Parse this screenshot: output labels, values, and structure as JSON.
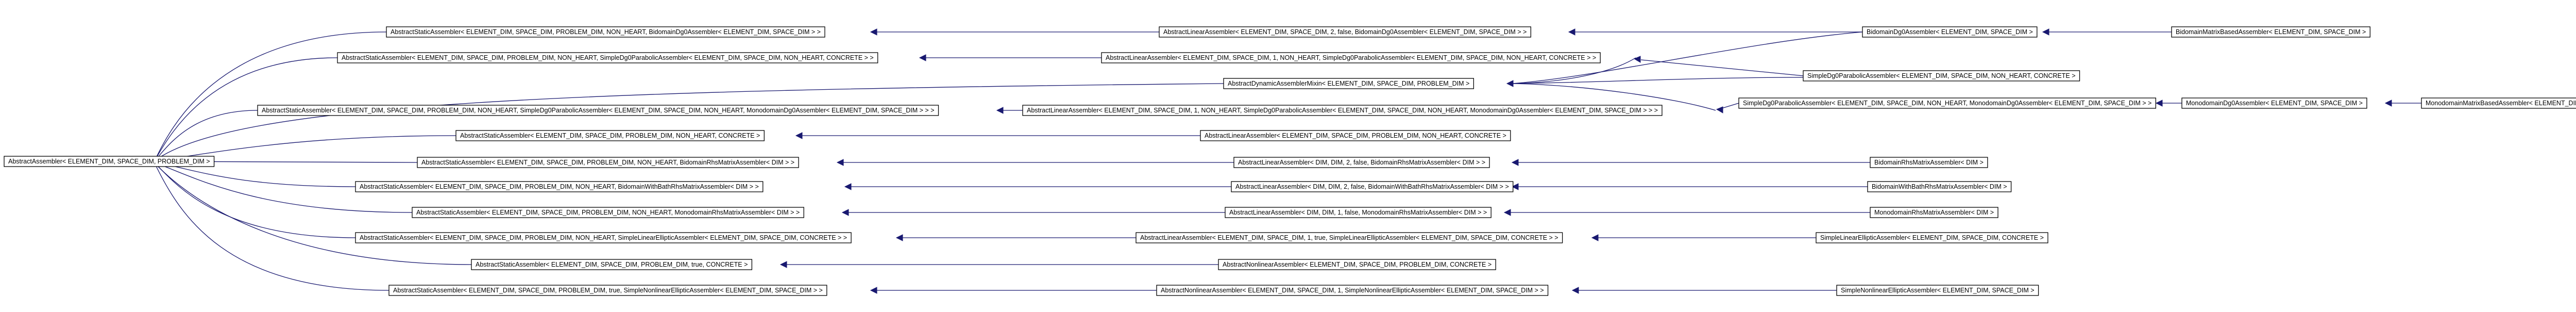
{
  "nodes": {
    "root": "AbstractAssembler< ELEMENT_DIM, SPACE_DIM, PROBLEM_DIM >",
    "s1": "AbstractStaticAssembler< ELEMENT_DIM, SPACE_DIM, PROBLEM_DIM, NON_HEART, BidomainDg0Assembler< ELEMENT_DIM, SPACE_DIM > >",
    "l1": "AbstractLinearAssembler< ELEMENT_DIM, SPACE_DIM, 2, false, BidomainDg0Assembler< ELEMENT_DIM, SPACE_DIM > >",
    "bid": "BidomainDg0Assembler< ELEMENT_DIM, SPACE_DIM >",
    "bmat": "BidomainMatrixBasedAssembler< ELEMENT_DIM, SPACE_DIM >",
    "s2": "AbstractStaticAssembler< ELEMENT_DIM, SPACE_DIM, PROBLEM_DIM, NON_HEART, SimpleDg0ParabolicAssembler< ELEMENT_DIM, SPACE_DIM, NON_HEART, CONCRETE > >",
    "l2": "AbstractLinearAssembler< ELEMENT_DIM, SPACE_DIM, 1, NON_HEART, SimpleDg0ParabolicAssembler< ELEMENT_DIM, SPACE_DIM, NON_HEART, CONCRETE > >",
    "dyn": "AbstractDynamicAssemblerMixin< ELEMENT_DIM, SPACE_DIM, PROBLEM_DIM >",
    "sdg": "SimpleDg0ParabolicAssembler< ELEMENT_DIM, SPACE_DIM, NON_HEART, CONCRETE >",
    "s3": "AbstractStaticAssembler< ELEMENT_DIM, SPACE_DIM, PROBLEM_DIM, NON_HEART, SimpleDg0ParabolicAssembler< ELEMENT_DIM, SPACE_DIM, NON_HEART, MonodomainDg0Assembler< ELEMENT_DIM, SPACE_DIM > > >",
    "l3": "AbstractLinearAssembler< ELEMENT_DIM, SPACE_DIM, 1, NON_HEART, SimpleDg0ParabolicAssembler< ELEMENT_DIM, SPACE_DIM, NON_HEART, MonodomainDg0Assembler< ELEMENT_DIM, SPACE_DIM > > >",
    "sdgm": "SimpleDg0ParabolicAssembler< ELEMENT_DIM, SPACE_DIM, NON_HEART, MonodomainDg0Assembler< ELEMENT_DIM, SPACE_DIM > >",
    "mono": "MonodomainDg0Assembler< ELEMENT_DIM, SPACE_DIM >",
    "mmat": "MonodomainMatrixBasedAssembler< ELEMENT_DIM, SPACE_DIM >",
    "s4": "AbstractStaticAssembler< ELEMENT_DIM, SPACE_DIM, PROBLEM_DIM, NON_HEART, CONCRETE >",
    "l4": "AbstractLinearAssembler< ELEMENT_DIM, SPACE_DIM, PROBLEM_DIM, NON_HEART, CONCRETE >",
    "s5": "AbstractStaticAssembler< ELEMENT_DIM, SPACE_DIM, PROBLEM_DIM, NON_HEART, BidomainRhsMatrixAssembler< DIM > >",
    "l5": "AbstractLinearAssembler< DIM, DIM, 2, false, BidomainRhsMatrixAssembler< DIM > >",
    "brhs": "BidomainRhsMatrixAssembler< DIM >",
    "s6": "AbstractStaticAssembler< ELEMENT_DIM, SPACE_DIM, PROBLEM_DIM, NON_HEART, BidomainWithBathRhsMatrixAssembler< DIM > >",
    "l6": "AbstractLinearAssembler< DIM, DIM, 2, false, BidomainWithBathRhsMatrixAssembler< DIM > >",
    "bwb": "BidomainWithBathRhsMatrixAssembler< DIM >",
    "s7": "AbstractStaticAssembler< ELEMENT_DIM, SPACE_DIM, PROBLEM_DIM, NON_HEART, MonodomainRhsMatrixAssembler< DIM > >",
    "l7": "AbstractLinearAssembler< DIM, DIM, 1, false, MonodomainRhsMatrixAssembler< DIM > >",
    "mrhs": "MonodomainRhsMatrixAssembler< DIM >",
    "s8": "AbstractStaticAssembler< ELEMENT_DIM, SPACE_DIM, PROBLEM_DIM, NON_HEART, SimpleLinearEllipticAssembler< ELEMENT_DIM, SPACE_DIM, CONCRETE > >",
    "l8": "AbstractLinearAssembler< ELEMENT_DIM, SPACE_DIM, 1, true, SimpleLinearEllipticAssembler< ELEMENT_DIM, SPACE_DIM, CONCRETE > >",
    "sle": "SimpleLinearEllipticAssembler< ELEMENT_DIM, SPACE_DIM, CONCRETE >",
    "s9": "AbstractStaticAssembler< ELEMENT_DIM, SPACE_DIM, PROBLEM_DIM, true, CONCRETE >",
    "n9": "AbstractNonlinearAssembler< ELEMENT_DIM, SPACE_DIM, PROBLEM_DIM, CONCRETE >",
    "s10": "AbstractStaticAssembler< ELEMENT_DIM, SPACE_DIM, PROBLEM_DIM, true, SimpleNonlinearEllipticAssembler< ELEMENT_DIM, SPACE_DIM > >",
    "n10": "AbstractNonlinearAssembler< ELEMENT_DIM, SPACE_DIM, 1, SimpleNonlinearEllipticAssembler< ELEMENT_DIM, SPACE_DIM > >",
    "sne": "SimpleNonlinearEllipticAssembler< ELEMENT_DIM, SPACE_DIM >"
  },
  "colors": {
    "edge": "#191970",
    "border": "#000000",
    "background": "#ffffff"
  }
}
